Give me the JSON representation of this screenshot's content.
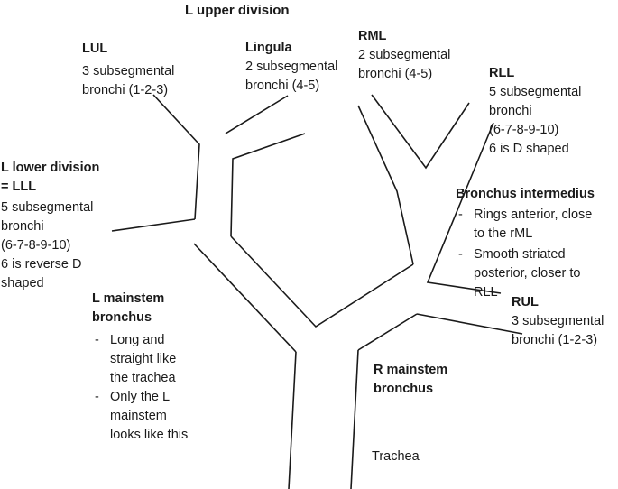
{
  "header": {
    "title": "L upper division"
  },
  "labels": {
    "lul": {
      "title": "LUL",
      "lines": [
        "3 subsegmental",
        "bronchi (1-2-3)"
      ]
    },
    "lingula": {
      "title": "Lingula",
      "lines": [
        "2 subsegmental",
        "bronchi (4-5)"
      ]
    },
    "rml": {
      "title": "RML",
      "lines": [
        "2 subsegmental",
        "bronchi (4-5)"
      ]
    },
    "rll": {
      "title": "RLL",
      "lines": [
        "5 subsegmental",
        "bronchi",
        "(6-7-8-9-10)",
        "6 is D shaped"
      ]
    },
    "lll": {
      "title_lines": [
        "L lower division",
        "= LLL"
      ],
      "lines": [
        "5 subsegmental",
        "bronchi",
        "(6-7-8-9-10)",
        "6 is reverse D",
        "shaped"
      ]
    },
    "bronchus_intermedius": {
      "title": "Bronchus intermedius",
      "bullets": [
        [
          "Rings anterior, close",
          "to the rML"
        ],
        [
          "Smooth striated",
          "posterior, closer to",
          "RLL"
        ]
      ]
    },
    "rul": {
      "title": "RUL",
      "lines": [
        "3 subsegmental",
        "bronchi (1-2-3)"
      ]
    },
    "l_mainstem": {
      "title_lines": [
        "L mainstem",
        "bronchus"
      ],
      "bullets": [
        [
          "Long and",
          "straight like",
          "the trachea"
        ],
        [
          "Only the L",
          "mainstem",
          "looks like this"
        ]
      ]
    },
    "r_mainstem": {
      "title_lines": [
        "R mainstem",
        "bronchus"
      ]
    },
    "trachea": {
      "text": "Trachea"
    }
  },
  "style": {
    "line_color": "#1a1a1a",
    "text_color": "#1a1a1a"
  }
}
